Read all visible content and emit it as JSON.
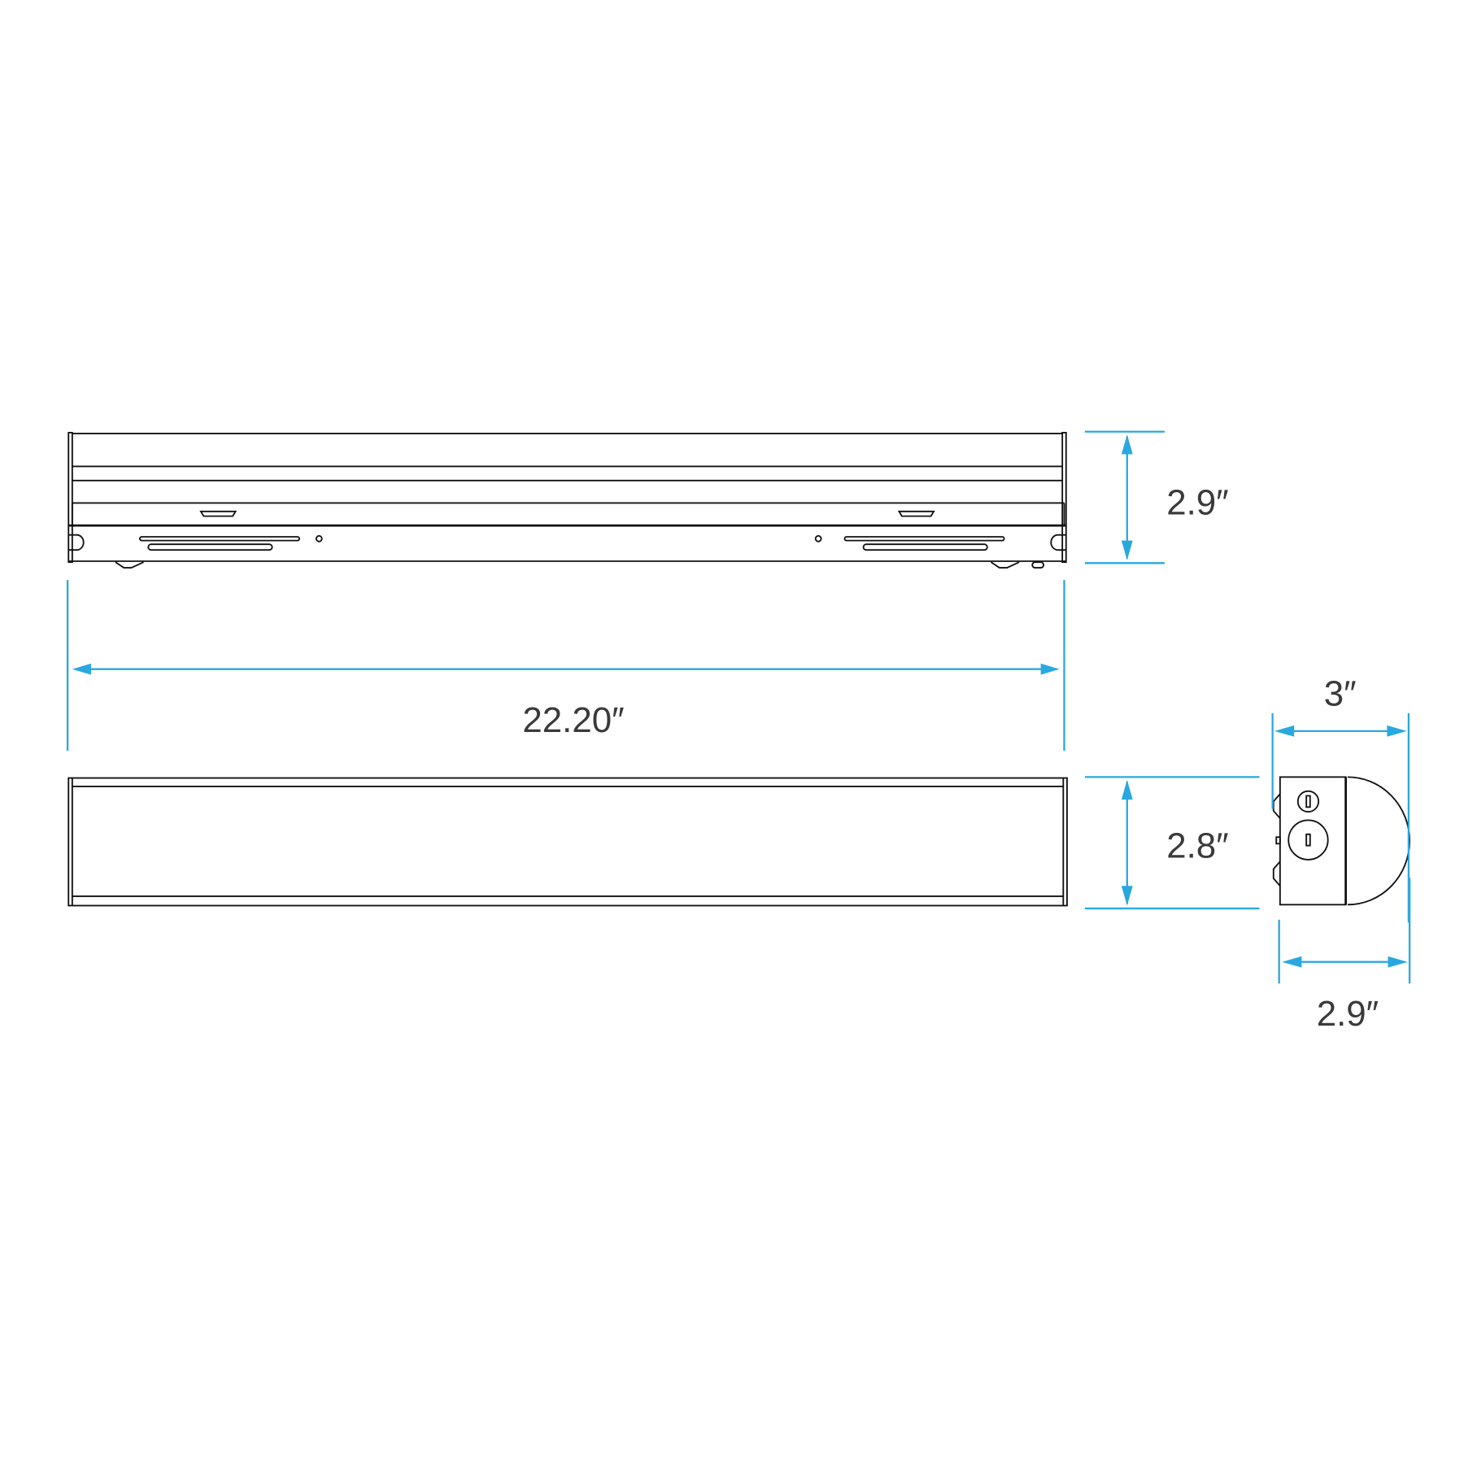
{
  "dimensions": {
    "length": "22.20″",
    "top_view_height": "2.9″",
    "front_view_height": "2.8″",
    "side_depth_top": "3″",
    "side_depth_bottom": "2.9″"
  },
  "colors": {
    "dimension_line": "#29a8e0",
    "drawing_line": "#111111",
    "label_text": "#3a3a3a"
  }
}
